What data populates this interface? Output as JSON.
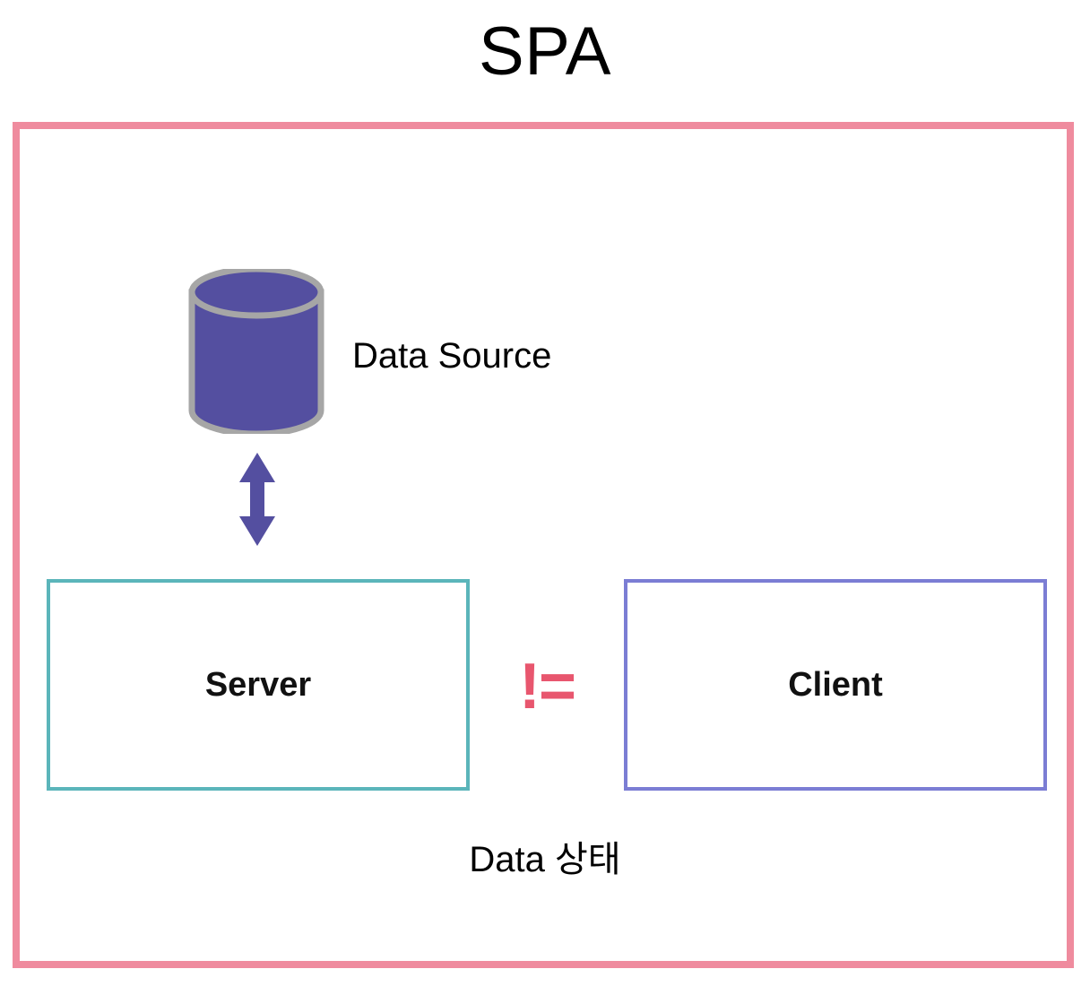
{
  "diagram": {
    "title": "SPA",
    "outer_container": {
      "name": "spa-container",
      "border_color": "#ef8b9e"
    },
    "data_source": {
      "label": "Data Source",
      "icon": "database-cylinder-icon",
      "fill_color": "#544FA0",
      "stroke_color": "#A6A6A6"
    },
    "connector": {
      "icon": "double-headed-vertical-arrow-icon",
      "color": "#544FA0"
    },
    "nodes": [
      {
        "id": "server",
        "label": "Server",
        "border_color": "#5BB5BA"
      },
      {
        "id": "client",
        "label": "Client",
        "border_color": "#7B7DD4"
      }
    ],
    "relation": {
      "symbol": "!=",
      "color": "#E8566E"
    },
    "caption": "Data 상태"
  }
}
